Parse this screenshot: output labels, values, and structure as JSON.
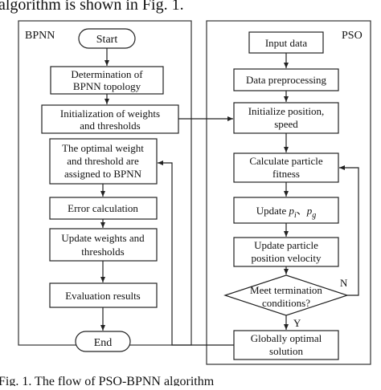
{
  "intro_text": "algorithm is shown in Fig. 1.",
  "caption": "Fig. 1. The flow of PSO-BPNN algorithm",
  "bpnn": {
    "panel_label": "BPNN",
    "start": "Start",
    "topology_line1": "Determination of",
    "topology_line2": "BPNN topology",
    "init_line1": "Initialization of weights",
    "init_line2": "and thresholds",
    "assign_line1": "The optimal weight",
    "assign_line2": "and threshold are",
    "assign_line3": "assigned to BPNN",
    "error": "Error calculation",
    "update_line1": "Update weights and",
    "update_line2": "thresholds",
    "evaluation": "Evaluation results",
    "end": "End"
  },
  "pso": {
    "panel_label": "PSO",
    "input": "Input data",
    "preprocess": "Data preprocessing",
    "init_line1": "Initialize position,",
    "init_line2": "speed",
    "fitness_line1": "Calculate particle",
    "fitness_line2": "fitness",
    "update_pg_prefix": "Update ",
    "p_i": "p",
    "p_i_sub": "i",
    "separator": "、",
    "p_g": "p",
    "p_g_sub": "g",
    "update_pv_line1": "Update particle",
    "update_pv_line2": "position velocity",
    "decision_line1": "Meet termination",
    "decision_line2": "conditions?",
    "label_no": "N",
    "label_yes": "Y",
    "global_line1": "Globally optimal",
    "global_line2": "solution"
  }
}
